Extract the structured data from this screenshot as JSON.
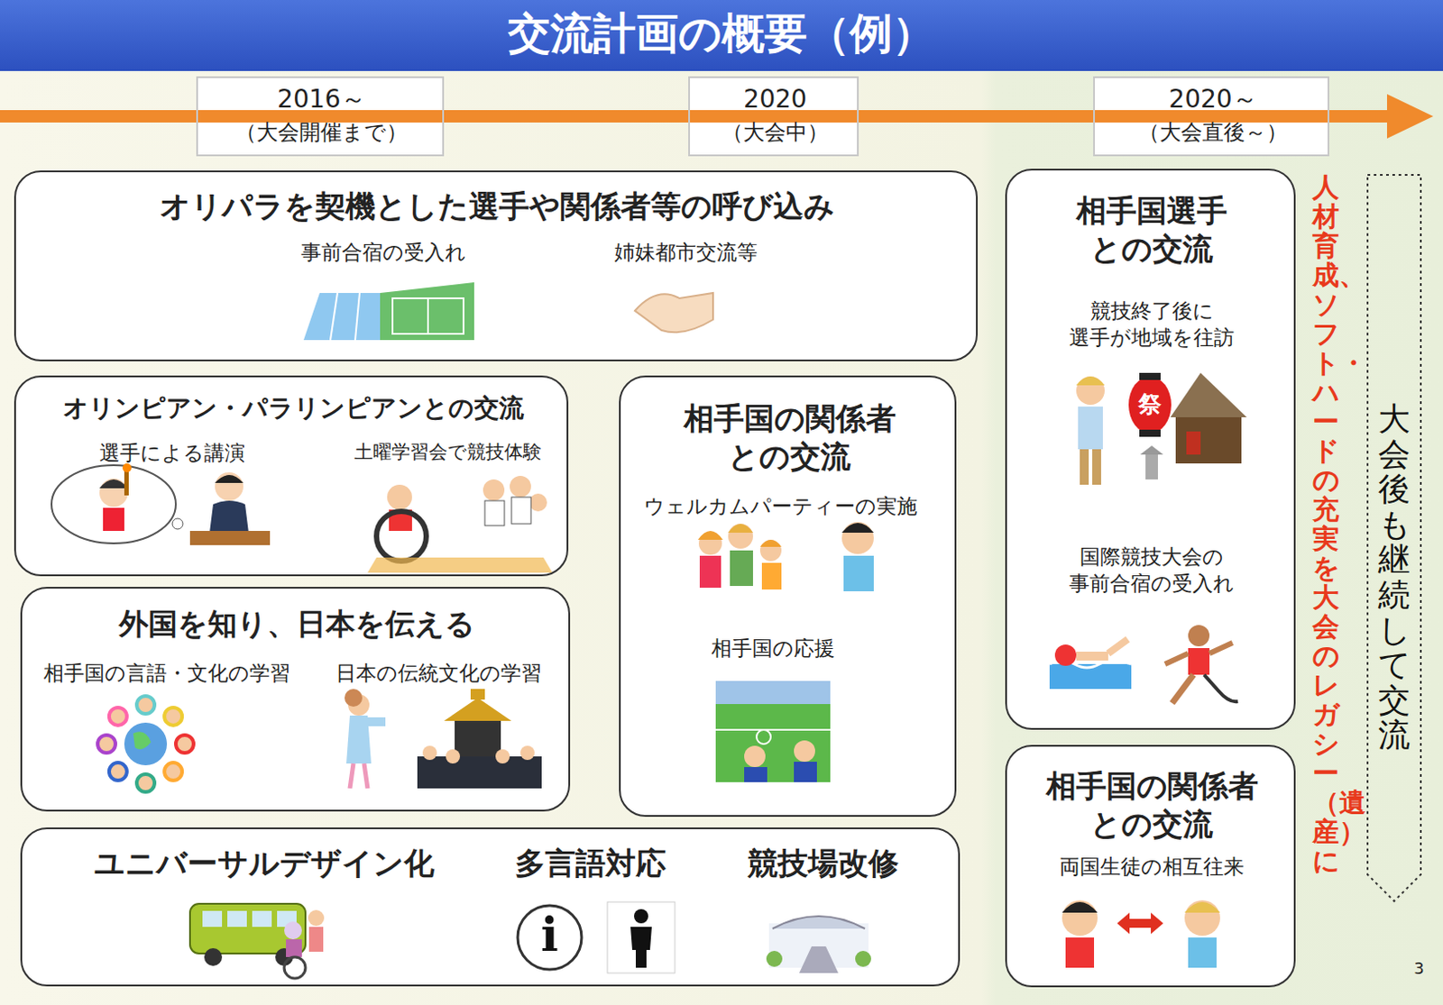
{
  "diagram": {
    "title": "交流計画の概要（例）",
    "nodes": [
      {
        "text": [
          "2016～",
          "（大会開催まで）"
        ]
      },
      {
        "text": [
          "2020",
          "（大会中）"
        ]
      },
      {
        "text": [
          "2020～",
          "（大会直後～）"
        ]
      },
      {
        "text": [
          "オリパラを契機とした選手や関係者等の呼び込み",
          "事前合宿の受入れ",
          "姉妹都市交流等"
        ]
      },
      {
        "text": [
          "オリンピアン・パラリンピアンとの交流",
          "選手による講演",
          "土曜学習会で競技体験"
        ]
      },
      {
        "text": [
          "相手国の関係者 との交流",
          "ウェルカムパーティーの実施",
          "相手国の応援"
        ]
      },
      {
        "text": [
          "外国を知り、日本を伝える",
          "相手国の言語・文化の学習",
          "日本の伝統文化の学習"
        ]
      },
      {
        "text": [
          "ユニバーサルデザイン化",
          "多言語対応",
          "競技場改修"
        ]
      },
      {
        "text": [
          "相手国選手 との交流",
          "競技終了後に 選手が地域を往訪",
          "国際競技大会の 事前合宿の受入れ"
        ]
      },
      {
        "text": [
          "相手国の関係者 との交流",
          "両国生徒の相互往来"
        ]
      },
      {
        "text": [
          "大会後も継続して交流"
        ]
      }
    ],
    "labels": [
      "人材育成、ソフト・ハードの充実を大会のレガシー（遺産）に",
      "祭",
      "i",
      "3"
    ]
  }
}
